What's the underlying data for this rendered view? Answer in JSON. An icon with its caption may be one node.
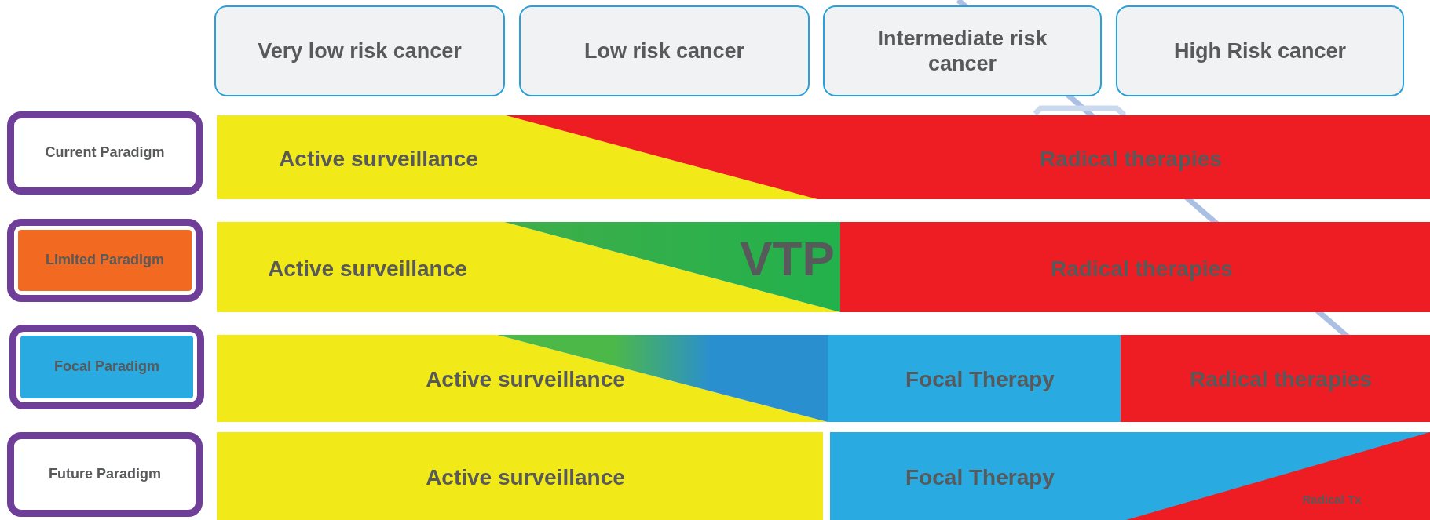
{
  "diagram": {
    "nodes": [
      {
        "text": [
          "Very low risk cancer"
        ]
      },
      {
        "text": [
          "Low risk cancer"
        ]
      },
      {
        "text": [
          "Intermediate risk cancer"
        ]
      },
      {
        "text": [
          "High Risk cancer"
        ]
      },
      {
        "text": [
          "Current Paradigm"
        ]
      },
      {
        "text": [
          "Limited Paradigm"
        ]
      },
      {
        "text": [
          "Focal Paradigm"
        ]
      },
      {
        "text": [
          "Future Paradigm"
        ]
      },
      {
        "text": [
          "Active surveillance"
        ]
      },
      {
        "text": [
          "Radical therapies"
        ]
      },
      {
        "text": [
          "Active surveillance"
        ]
      },
      {
        "text": [
          "VTP"
        ]
      },
      {
        "text": [
          "Radical therapies"
        ]
      },
      {
        "text": [
          "Active surveillance"
        ]
      },
      {
        "text": [
          "Focal Therapy"
        ]
      },
      {
        "text": [
          "Radical therapies"
        ]
      },
      {
        "text": [
          "Active surveillance"
        ]
      },
      {
        "text": [
          "Focal Therapy"
        ]
      },
      {
        "text": [
          "Radical Tx"
        ]
      }
    ],
    "edges": []
  }
}
